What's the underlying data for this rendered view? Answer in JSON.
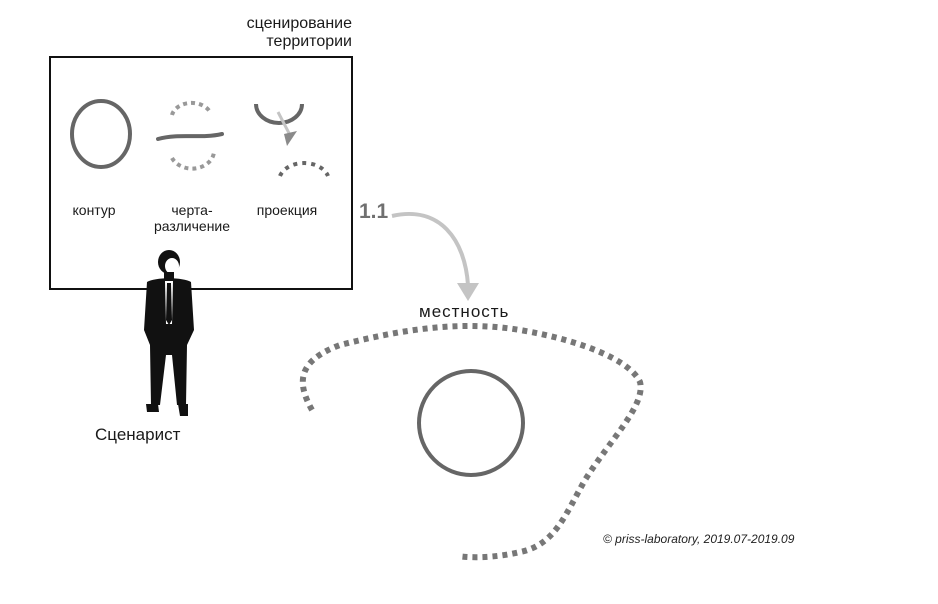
{
  "panel": {
    "title_line1": "сценирование",
    "title_line2": "территории",
    "items": [
      {
        "label": "контур",
        "icon": "solid-circle-icon"
      },
      {
        "label_line1": "черта-",
        "label_line2": "различение",
        "icon": "dashed-circle-with-line-icon"
      },
      {
        "label": "проекция",
        "icon": "projection-arc-icon"
      }
    ]
  },
  "step_label": "1.1",
  "terrain_label": "местность",
  "person_label": "Сценарист",
  "copyright": "© priss-laboratory, 2019.07-2019.09",
  "colors": {
    "stroke_dark": "#666666",
    "stroke_dotted": "#777777",
    "arrow": "#c4c4c4",
    "frame": "#111111"
  }
}
